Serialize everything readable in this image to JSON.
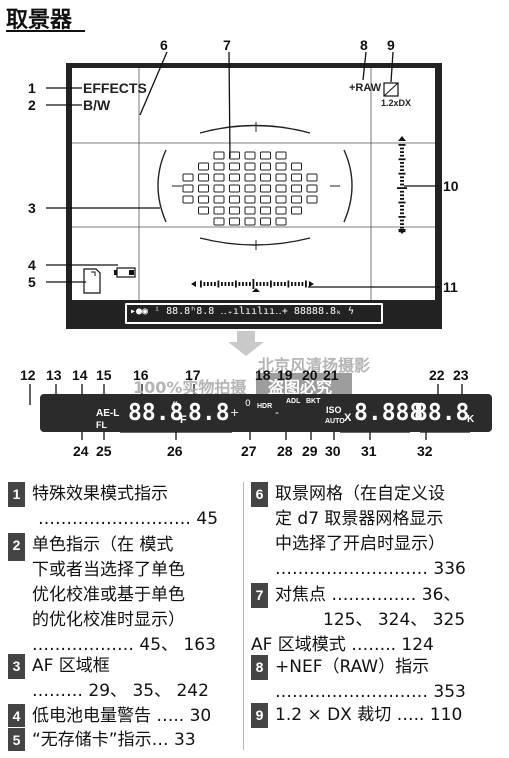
{
  "page": {
    "title": "取景器"
  },
  "callouts": {
    "c1": "1",
    "c2": "2",
    "c3": "3",
    "c4": "4",
    "c5": "5",
    "c6": "6",
    "c7": "7",
    "c8": "8",
    "c9": "9",
    "c10": "10",
    "c11": "11",
    "c12": "12",
    "c13": "13",
    "c14": "14",
    "c15": "15",
    "c16": "16",
    "c17": "17",
    "c18": "18",
    "c19": "19",
    "c20": "20",
    "c21": "21",
    "c22": "22",
    "c23": "23",
    "c24": "24",
    "c25": "25",
    "c26": "26",
    "c27": "27",
    "c28": "28",
    "c29": "29",
    "c30": "30",
    "c31": "31",
    "c32": "32"
  },
  "viewfinder": {
    "effects": "EFFECTS",
    "bw": "B/W",
    "raw": "+RAW",
    "crop": "1.2xDX",
    "strip_text": "▸●◉ ⁱ 88.8ʰ8.8 ‥₊ılıılıı‥+ 88888.8ₖ ϟ"
  },
  "watermarks": {
    "brand": "北京风清扬摄影",
    "tagline_a": "100%实物拍摄",
    "tagline_b": "盗图必究"
  },
  "info_display": {
    "ael": "AE-L",
    "fl": "FL",
    "shutter": "88.8",
    "seconds_mark": "″",
    "f_label": "F",
    "aperture": "8.8",
    "zero": "0",
    "hdr": "HDR",
    "adl": "ADL",
    "bkt": "BKT",
    "iso": "ISO",
    "auto": "AUTO",
    "x_label": "X",
    "count_main": "8.888",
    "count_small": "88.8",
    "k_label": "K",
    "plus": "+",
    "minus": "-"
  },
  "descriptions": [
    {
      "num": "1",
      "lines": [
        "特殊效果模式指示",
        "……………………… 45"
      ]
    },
    {
      "num": "2",
      "lines": [
        "单色指示（在 模式",
        "下或者当选择了单色",
        "优化校准或基于单色",
        "的优化校准时显示）",
        "……………… 45、 163"
      ]
    },
    {
      "num": "3",
      "lines": [
        "AF 区域框",
        "……… 29、 35、 242"
      ]
    },
    {
      "num": "4",
      "lines": [
        "低电池电量警告 ….. 30"
      ]
    },
    {
      "num": "5",
      "lines": [
        "“无存储卡”指示… 33"
      ]
    },
    {
      "num": "6",
      "lines": [
        "取景网格（在自定义设",
        "定 d7 取景器网格显示",
        "中选择了开启时显示）",
        "……………………… 336"
      ]
    },
    {
      "num": "7",
      "lines": [
        "对焦点 …………… 36、",
        "125、 324、 325",
        "AF 区域模式 …….. 124"
      ]
    },
    {
      "num": "8",
      "lines": [
        "+NEF（RAW）指示",
        "……………………… 353"
      ]
    },
    {
      "num": "9",
      "lines": [
        "1.2 × DX 裁切 ….. 110"
      ]
    }
  ]
}
